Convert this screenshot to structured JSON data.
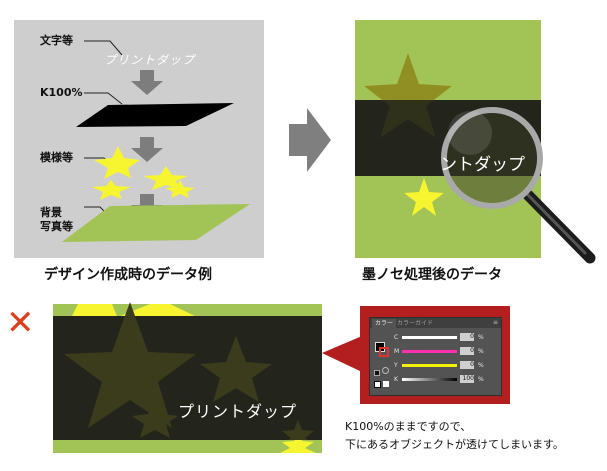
{
  "left_panel": {
    "label_text": "文字等",
    "label_k100": "K100%",
    "label_pattern": "模様等",
    "label_bg_line1": "背景",
    "label_bg_line2": "写真等",
    "print_text": "プリントダップ",
    "caption": "デザイン作成時のデータ例"
  },
  "right_panel": {
    "magnified_text": "ントダップ",
    "caption": "墨ノセ処理後のデータ"
  },
  "bottom_panel": {
    "error_mark": "✕",
    "print_text": "プリントダップ",
    "note_line1": "K100%のままですので、",
    "note_line2": "下にあるオブジェクトが透けてしまいます。"
  },
  "color_palette": {
    "tab_active": "カラー",
    "tab_inactive": "カラーガイド",
    "channels": [
      {
        "label": "C",
        "value": "0",
        "unit": "%"
      },
      {
        "label": "M",
        "value": "0",
        "unit": "%"
      },
      {
        "label": "Y",
        "value": "0",
        "unit": "%"
      },
      {
        "label": "K",
        "value": "100",
        "unit": "%"
      }
    ]
  },
  "colors": {
    "green": "#a2c356",
    "yellow": "#f7f430",
    "dark_band": "#23241c",
    "gray_panel": "#cecece",
    "error_red": "#d9401c",
    "callout_red": "#b31e1e"
  }
}
